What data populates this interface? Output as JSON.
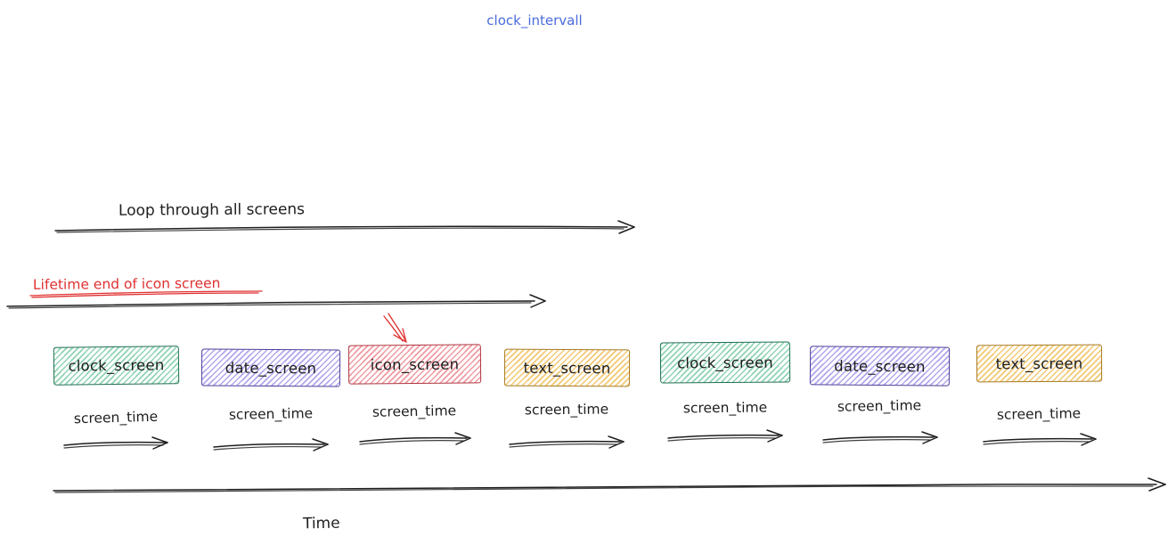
{
  "page": {
    "title": "clock_intervall",
    "title_color": "#4b6bdd"
  },
  "annotations": {
    "loop_arrow_label": "Loop through all screens",
    "lifetime_label": "Lifetime end of icon screen",
    "lifetime_color": "#e03131",
    "time_axis_label": "Time",
    "screen_time_label": "screen_time",
    "ink_color": "#1e1e1e"
  },
  "screens": [
    {
      "label": "clock_screen",
      "fill": "#8fd3b4",
      "border": "#1f6e50"
    },
    {
      "label": "date_screen",
      "fill": "#b3a6ec",
      "border": "#4a3f99"
    },
    {
      "label": "icon_screen",
      "fill": "#f09aa1",
      "border": "#b0343f"
    },
    {
      "label": "text_screen",
      "fill": "#f2c873",
      "border": "#a8791c"
    },
    {
      "label": "clock_screen",
      "fill": "#8fd3b4",
      "border": "#1f6e50"
    },
    {
      "label": "date_screen",
      "fill": "#b3a6ec",
      "border": "#4a3f99"
    },
    {
      "label": "text_screen",
      "fill": "#f2c873",
      "border": "#a8791c"
    }
  ]
}
